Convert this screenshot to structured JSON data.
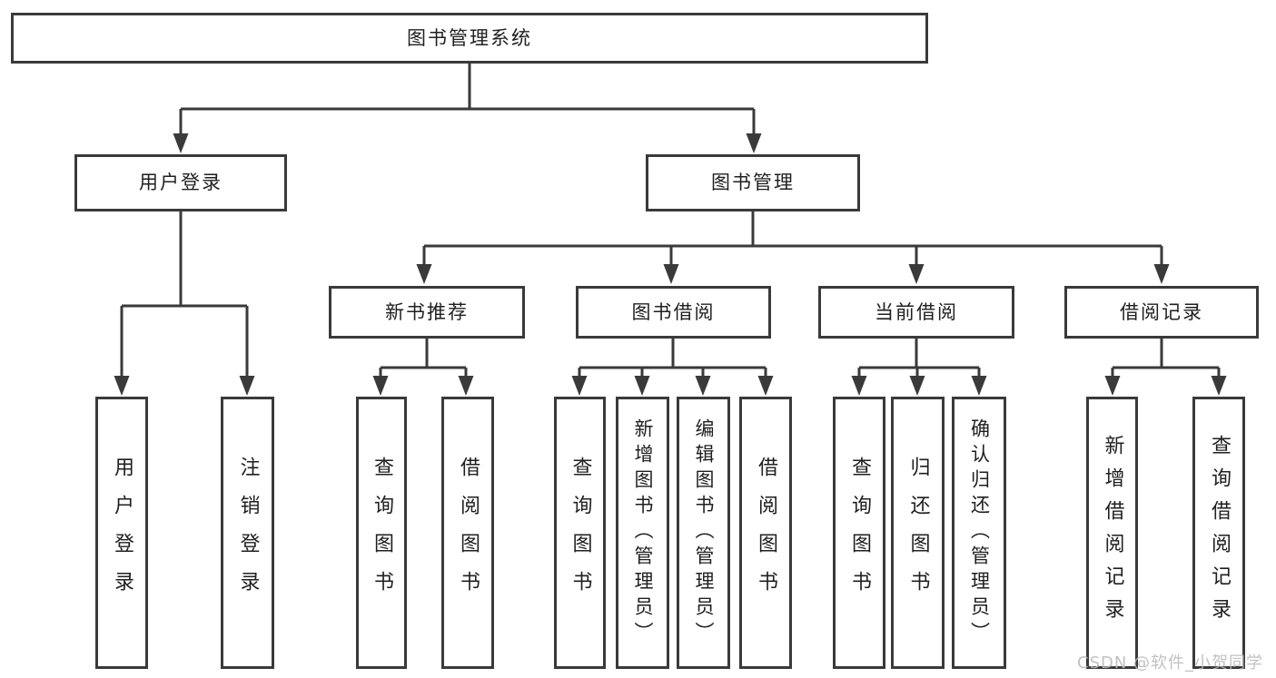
{
  "colors": {
    "line": "#3a3a3a",
    "text": "#1f1f1f",
    "background": "#ffffff",
    "watermark_gray": "#bcbcbc"
  },
  "watermark": {
    "text": "CSDN @软件_小贺同学"
  },
  "tree": {
    "label": "图书管理系统",
    "children": [
      {
        "label": "用户登录",
        "children": [
          {
            "label": "用户登录"
          },
          {
            "label": "注销登录"
          }
        ]
      },
      {
        "label": "图书管理",
        "children": [
          {
            "label": "新书推荐",
            "children": [
              {
                "label": "查询图书"
              },
              {
                "label": "借阅图书"
              }
            ]
          },
          {
            "label": "图书借阅",
            "children": [
              {
                "label": "查询图书"
              },
              {
                "label": "新增图书（管理员）"
              },
              {
                "label": "编辑图书（管理员）"
              },
              {
                "label": "借阅图书"
              }
            ]
          },
          {
            "label": "当前借阅",
            "children": [
              {
                "label": "查询图书"
              },
              {
                "label": "归还图书"
              },
              {
                "label": "确认归还（管理员）"
              }
            ]
          },
          {
            "label": "借阅记录",
            "children": [
              {
                "label": "新增借阅记录"
              },
              {
                "label": "查询借阅记录"
              }
            ]
          }
        ]
      }
    ]
  }
}
